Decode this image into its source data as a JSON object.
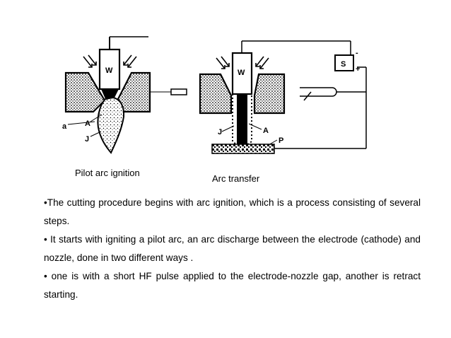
{
  "diagram": {
    "pilot": {
      "electrode_label": "W",
      "labels": [
        "a",
        "A",
        "J"
      ]
    },
    "transfer": {
      "electrode_label": "W",
      "labels": [
        "J",
        "A",
        "P"
      ],
      "source_label": "S",
      "polarity": [
        "-",
        "+"
      ]
    }
  },
  "captions": {
    "left": "Pilot arc ignition",
    "right": "Arc transfer"
  },
  "bullets": [
    "•The cutting procedure begins with arc ignition, which is a process consisting of several steps.",
    "• It starts with igniting a pilot arc, an arc discharge  between the electrode (cathode) and nozzle, done in two different ways .",
    "• one is with a short HF pulse applied to the electrode-nozzle gap, another is retract starting."
  ]
}
